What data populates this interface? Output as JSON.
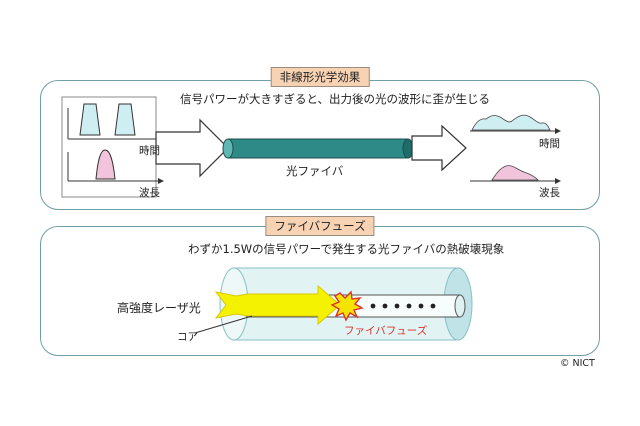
{
  "section1": {
    "title": "非線形光学効果",
    "subtitle": "信号パワーが大きすぎると、出力後の光の波形に歪が生じる",
    "time_label_in": "時間",
    "wave_label_in": "波長",
    "fiber_label": "光ファイバ",
    "time_label_out": "時間",
    "wave_label_out": "波長"
  },
  "section2": {
    "title": "ファイバフューズ",
    "subtitle": "わずか1.5Wの信号パワーで発生する光ファイバの熱破壊現象",
    "laser_label": "高強度レーザ光",
    "core_label": "コア",
    "fuse_label": "ファイバフューズ"
  },
  "copyright": "© NICT",
  "colors": {
    "border": "#6f9fa8",
    "tag_fill": "#f7d2b3",
    "fiber_teal": "#2e8a86",
    "pulse_cyan": "#cfeef2",
    "spectrum_pink": "#f2c4dc",
    "laser_yellow": "#f4f200",
    "fuse_red": "#e0302a"
  }
}
